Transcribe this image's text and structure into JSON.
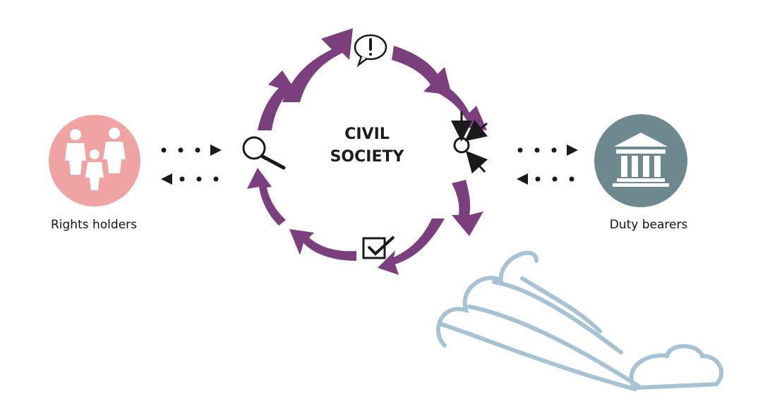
{
  "center": {
    "line1": "CIVIL",
    "line2": "SOCIETY"
  },
  "rights_holders": {
    "label": "Rights holders",
    "color": "#f0a3a3"
  },
  "duty_bearers": {
    "label": "Duty bearers",
    "color": "#6e8890"
  },
  "colors": {
    "ring": "#7b3f7e",
    "wind": "#a7c2d2",
    "icon_stroke": "#1a1a1a"
  },
  "icons": [
    "exclamation-speech-icon",
    "focus-arrows-icon",
    "checkbox-icon",
    "magnifier-icon",
    "people-icon",
    "bank-building-icon",
    "wind-cloud-icon"
  ]
}
